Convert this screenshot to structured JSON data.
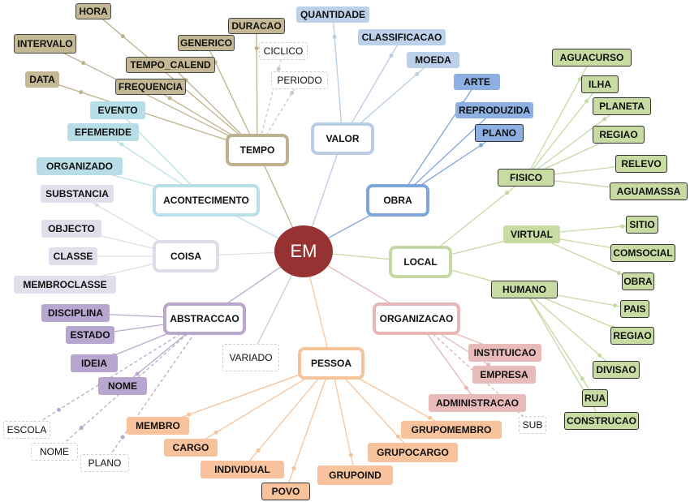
{
  "center": "EM",
  "colors": {
    "tempo": "#bdb28d",
    "tempo_fill": "#c5b895",
    "valor": "#b9cde6",
    "valor_fill": "#bcd0ea",
    "obra": "#7ea6dd",
    "obra_fill": "#8db0e3",
    "local": "#c6d9a4",
    "local_fill": "#c7dba2",
    "org": "#e7b7b7",
    "org_fill": "#e8baba",
    "pessoa": "#f6c49b",
    "pessoa_fill": "#f8c39c",
    "abs": "#b9a8cd",
    "abs_fill": "#b7a6cf",
    "coisa": "#e2dce9",
    "coisa_fill": "#e3deeb",
    "acont": "#b9dfe8",
    "acont_fill": "#b7dde7",
    "center_fill": "#963232"
  },
  "main_nodes": {
    "tempo": "TEMPO",
    "valor": "VALOR",
    "obra": "OBRA",
    "local": "LOCAL",
    "organizacao": "ORGANIZACAO",
    "pessoa": "PESSOA",
    "abstraccao": "ABSTRACCAO",
    "coisa": "COISA",
    "acontecimento": "ACONTECIMENTO",
    "variado": "VARIADO"
  },
  "tempo_items": {
    "hora": "HORA",
    "intervalo": "INTERVALO",
    "data": "DATA",
    "tempo_calend": "TEMPO_CALEND",
    "frequencia": "FREQUENCIA",
    "generico": "GENERICO",
    "duracao": "DURACAO",
    "ciclico": "CICLICO",
    "periodo": "PERIODO"
  },
  "valor_items": {
    "quantidade": "QUANTIDADE",
    "classificacao": "CLASSIFICACAO",
    "moeda": "MOEDA"
  },
  "obra_items": {
    "arte": "ARTE",
    "reproduzida": "REPRODUZIDA",
    "plano": "PLANO"
  },
  "local_items": {
    "fisico": "FISICO",
    "aguacurso": "AGUACURSO",
    "ilha": "ILHA",
    "planeta": "PLANETA",
    "regiao": "REGIAO",
    "relevo": "RELEVO",
    "aguamassa": "AGUAMASSA",
    "virtual": "VIRTUAL",
    "sitio": "SITIO",
    "comsocial": "COMSOCIAL",
    "humano": "HUMANO",
    "obra": "OBRA",
    "pais": "PAIS",
    "regiao_h": "REGIAO",
    "divisao": "DIVISAO",
    "rua": "RUA",
    "construcao": "CONSTRUCAO"
  },
  "org_items": {
    "instituicao": "INSTITUICAO",
    "empresa": "EMPRESA",
    "administracao": "ADMINISTRACAO",
    "sub": "SUB"
  },
  "pessoa_items": {
    "grupomembro": "GRUPOMEMBRO",
    "grupocargo": "GRUPOCARGO",
    "grupoind": "GRUPOIND",
    "povo": "POVO",
    "individual": "INDIVIDUAL",
    "cargo": "CARGO",
    "membro": "MEMBRO"
  },
  "abs_items": {
    "disciplina": "DISCIPLINA",
    "estado": "ESTADO",
    "ideia": "IDEIA",
    "nome": "NOME",
    "escola": "ESCOLA",
    "nome2": "NOME",
    "plano": "PLANO"
  },
  "coisa_items": {
    "substancia": "SUBSTANCIA",
    "objecto": "OBJECTO",
    "classe": "CLASSE",
    "membroclasse": "MEMBROCLASSE"
  },
  "acont_items": {
    "evento": "EVENTO",
    "efemeride": "EFEMERIDE",
    "organizado": "ORGANIZADO"
  }
}
